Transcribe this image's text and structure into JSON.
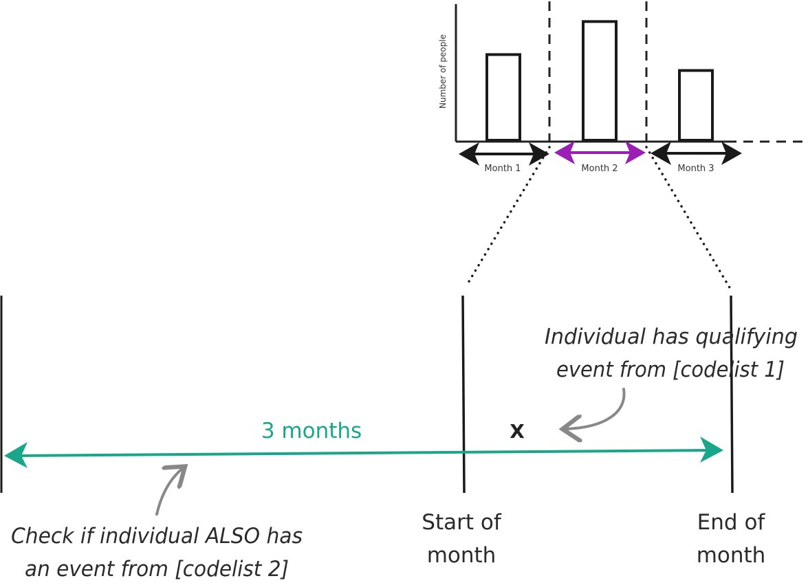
{
  "histogram": {
    "y_axis_label": "Number of people",
    "bars": [
      {
        "month": "Month 1",
        "value": 0.7
      },
      {
        "month": "Month 2",
        "value": 0.97
      },
      {
        "month": "Month 3",
        "value": 0.57
      }
    ],
    "highlight_month_color": "#9b1fb5",
    "arrow_color": "#1a1a1a"
  },
  "timeline": {
    "span_label": "3 months",
    "span_color": "#1aa68a",
    "event_marker": "X",
    "start_label_line1": "Start of",
    "start_label_line2": "month",
    "end_label_line1": "End of",
    "end_label_line2": "month"
  },
  "annotations": {
    "qualifying_line1": "Individual has qualifying",
    "qualifying_line2": "event from [codelist 1]",
    "check_line1": "Check if individual ALSO has",
    "check_line2": "an event from [codelist 2]",
    "arrow_color": "#888888"
  }
}
